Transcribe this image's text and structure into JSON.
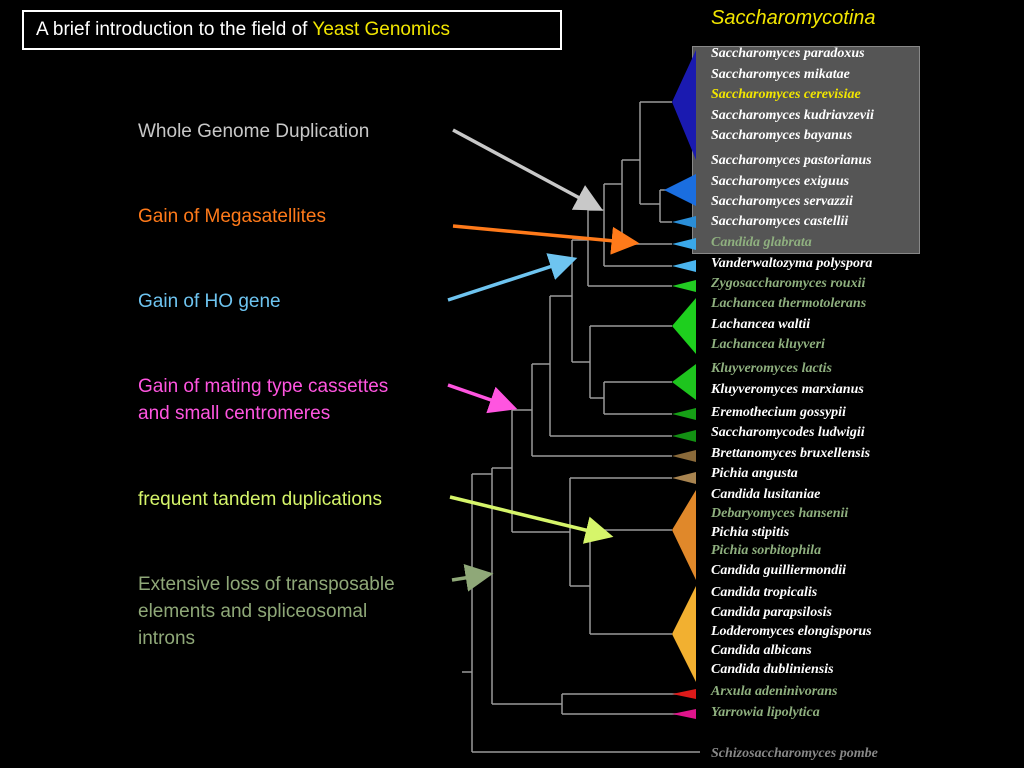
{
  "title": {
    "prefix": "A brief introduction to the field of ",
    "highlight": "Yeast Genomics"
  },
  "clade_label": "Saccharomycotina",
  "colors": {
    "background": "#000000",
    "tree_line": "#999999",
    "white": "#ffffff",
    "yellow": "#f2e600",
    "sage": "#8fb07f",
    "grey": "#888888",
    "wgd_box": "#555555",
    "wgd_event": "#c8c8c8",
    "megasatellite_event": "#ff7a1a",
    "ho_event": "#6ec4f0",
    "mating_event": "#ff55e0",
    "tandem_event": "#d6f56a",
    "transposon_event": "#8fa878"
  },
  "events": [
    {
      "name": "wgd",
      "lines": [
        "Whole Genome Duplication"
      ],
      "color": "#c8c8c8"
    },
    {
      "name": "megasatellites",
      "lines": [
        "Gain of Megasatellites"
      ],
      "color": "#ff7a1a"
    },
    {
      "name": "ho-gene",
      "lines": [
        "Gain of HO gene"
      ],
      "color": "#6ec4f0"
    },
    {
      "name": "mating-cassettes",
      "lines": [
        "Gain of mating type cassettes",
        "and small centromeres"
      ],
      "color": "#ff55e0"
    },
    {
      "name": "tandem-duplications",
      "lines": [
        "frequent tandem duplications"
      ],
      "color": "#d6f56a"
    },
    {
      "name": "transposon-loss",
      "lines": [
        "Extensive loss of transposable",
        "elements and spliceosomal",
        "introns"
      ],
      "color": "#8fa878"
    }
  ],
  "species": [
    {
      "name": "Saccharomyces paradoxus",
      "color": "#ffffff"
    },
    {
      "name": "Saccharomyces mikatae",
      "color": "#ffffff"
    },
    {
      "name": "Saccharomyces cerevisiae",
      "color": "#f2e600"
    },
    {
      "name": "Saccharomyces kudriavzevii",
      "color": "#ffffff"
    },
    {
      "name": "Saccharomyces bayanus",
      "color": "#ffffff"
    },
    {
      "name": "Saccharomyces pastorianus",
      "color": "#ffffff"
    },
    {
      "name": "Saccharomyces exiguus",
      "color": "#ffffff"
    },
    {
      "name": "Saccharomyces servazzii",
      "color": "#ffffff"
    },
    {
      "name": "Saccharomyces castellii",
      "color": "#ffffff"
    },
    {
      "name": "Candida glabrata",
      "color": "#8fb07f"
    },
    {
      "name": "Vanderwaltozyma polyspora",
      "color": "#ffffff"
    },
    {
      "name": "Zygosaccharomyces rouxii",
      "color": "#8fb07f"
    },
    {
      "name": "Lachancea thermotolerans",
      "color": "#8fb07f"
    },
    {
      "name": "Lachancea waltii",
      "color": "#ffffff"
    },
    {
      "name": "Lachancea kluyveri",
      "color": "#8fb07f"
    },
    {
      "name": "Kluyveromyces lactis",
      "color": "#8fb07f"
    },
    {
      "name": "Kluyveromyces marxianus",
      "color": "#ffffff"
    },
    {
      "name": "Eremothecium  gossypii",
      "color": "#ffffff"
    },
    {
      "name": "Saccharomycodes ludwigii",
      "color": "#ffffff"
    },
    {
      "name": "Brettanomyces bruxellensis",
      "color": "#ffffff"
    },
    {
      "name": "Pichia angusta",
      "color": "#ffffff"
    },
    {
      "name": "Candida lusitaniae",
      "color": "#ffffff"
    },
    {
      "name": "Debaryomyces hansenii",
      "color": "#8fb07f"
    },
    {
      "name": "Pichia stipitis",
      "color": "#ffffff"
    },
    {
      "name": "Pichia sorbitophila",
      "color": "#8fb07f"
    },
    {
      "name": "Candida guilliermondii",
      "color": "#ffffff"
    },
    {
      "name": "Candida tropicalis",
      "color": "#ffffff"
    },
    {
      "name": "Candida parapsilosis",
      "color": "#ffffff"
    },
    {
      "name": "Lodderomyces elongisporus",
      "color": "#ffffff"
    },
    {
      "name": "Candida albicans",
      "color": "#ffffff"
    },
    {
      "name": "Candida dubliniensis",
      "color": "#ffffff"
    },
    {
      "name": "Arxula adeninivorans",
      "color": "#8fb07f"
    },
    {
      "name": "Yarrowia lipolytica",
      "color": "#8fb07f"
    },
    {
      "name": "Schizosaccharomyces pombe",
      "color": "#888888"
    }
  ]
}
